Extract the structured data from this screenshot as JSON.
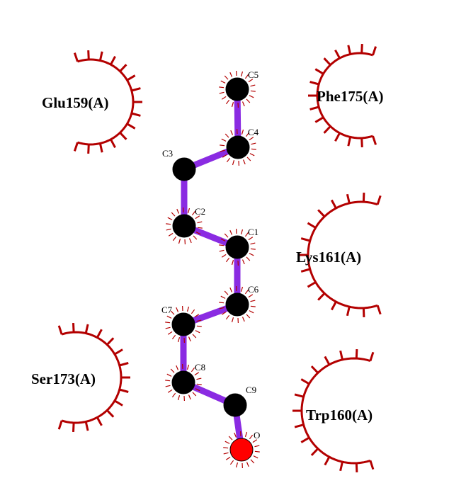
{
  "colors": {
    "bond": "#8a2be2",
    "carbon": "#000000",
    "oxygen": "#ff0000",
    "residue_arc": "#b30000",
    "contact_spokes": "#b30000",
    "label": "#000000",
    "background": "#ffffff"
  },
  "ligand": {
    "atoms": [
      {
        "id": "C5",
        "label": "C5",
        "element": "C",
        "contact": true
      },
      {
        "id": "C4",
        "label": "C4",
        "element": "C",
        "contact": true
      },
      {
        "id": "C3",
        "label": "C3",
        "element": "C",
        "contact": false
      },
      {
        "id": "C2",
        "label": "C2",
        "element": "C",
        "contact": true
      },
      {
        "id": "C1",
        "label": "C1",
        "element": "C",
        "contact": true
      },
      {
        "id": "C6",
        "label": "C6",
        "element": "C",
        "contact": true
      },
      {
        "id": "C7",
        "label": "C7",
        "element": "C",
        "contact": true
      },
      {
        "id": "C8",
        "label": "C8",
        "element": "C",
        "contact": true
      },
      {
        "id": "C9",
        "label": "C9",
        "element": "C",
        "contact": false
      },
      {
        "id": "O",
        "label": "O",
        "element": "O",
        "contact": true
      }
    ],
    "bonds": [
      [
        "C5",
        "C4"
      ],
      [
        "C4",
        "C3"
      ],
      [
        "C3",
        "C2"
      ],
      [
        "C2",
        "C1"
      ],
      [
        "C1",
        "C6"
      ],
      [
        "C6",
        "C7"
      ],
      [
        "C7",
        "C8"
      ],
      [
        "C8",
        "C9"
      ],
      [
        "C9",
        "O"
      ]
    ]
  },
  "residues": [
    {
      "id": "glu159",
      "label": "Glu159(A)"
    },
    {
      "id": "phe175",
      "label": "Phe175(A)"
    },
    {
      "id": "lys161",
      "label": "Lys161(A)"
    },
    {
      "id": "ser173",
      "label": "Ser173(A)"
    },
    {
      "id": "trp160",
      "label": "Trp160(A)"
    }
  ]
}
